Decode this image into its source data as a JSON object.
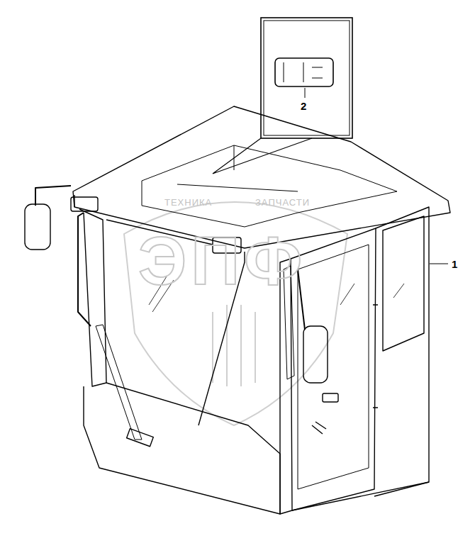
{
  "diagram": {
    "labels": [
      "2",
      "1",
      "ТЕХНИКА",
      "ЗАПЧАСТИ",
      "ЭПФ"
    ]
  }
}
